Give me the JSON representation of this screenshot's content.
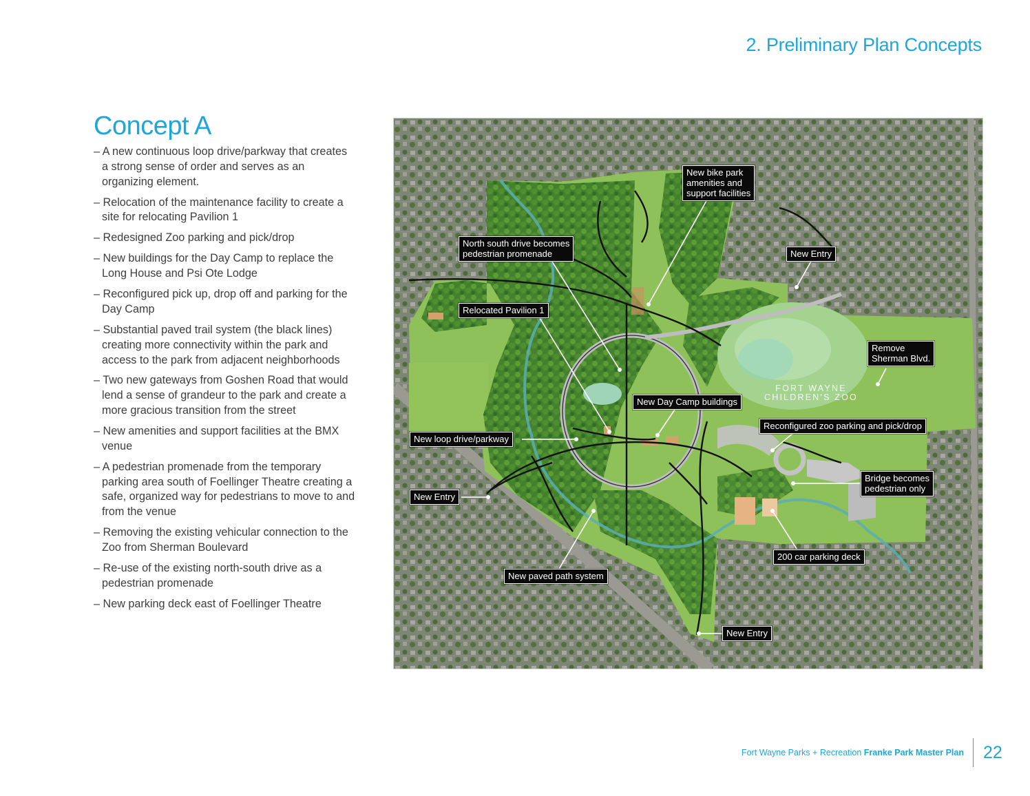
{
  "header": {
    "section_title": "2. Preliminary Plan Concepts"
  },
  "concept": {
    "title": "Concept A",
    "bullets": [
      "– A new continuous loop drive/parkway that creates a strong sense of order and serves as an organizing element.",
      "– Relocation of the maintenance facility to create a site for relocating Pavilion 1",
      "– Redesigned Zoo parking and pick/drop",
      "– New buildings for the Day Camp to replace the Long House and Psi Ote Lodge",
      "– Reconfigured pick up, drop off and parking for the Day Camp",
      "– Substantial paved trail system (the black lines) creating more connectivity within the park and access to the park from adjacent neighborhoods",
      "– Two new gateways from Goshen Road that would lend a sense of grandeur to the park and create a more gracious transition from the street",
      "– New amenities and support facilities at the BMX venue",
      "– A pedestrian promenade from the temporary parking area south of Foellinger Theatre creating a safe, organized way for pedestrians to move to and from the venue",
      "– Removing the existing vehicular connection to the Zoo from Sherman Boulevard",
      "– Re-use of the existing north-south drive as a pedestrian promenade",
      "– New parking deck east of Foellinger Theatre"
    ]
  },
  "map": {
    "callouts": [
      "New bike park\namenities and\nsupport facilities",
      "North south drive becomes\npedestrian promenade",
      "New Entry",
      "Relocated Pavilion 1",
      "Remove\nSherman Blvd.",
      "New Day Camp buildings",
      "Reconfigured zoo parking and pick/drop",
      "New loop drive/parkway",
      "Bridge becomes\npedestrian only",
      "New Entry",
      "200 car parking deck",
      "New paved path system",
      "New Entry"
    ],
    "zoo_label": "FORT WAYNE\nCHILDREN'S ZOO",
    "colors": {
      "lawn": "#8fc25a",
      "trees": "#3d7d2a",
      "urban": "#7f8777",
      "water": "#5ab0b8",
      "path": "#111111"
    }
  },
  "footer": {
    "org": "Fort Wayne Parks + Recreation ",
    "plan": "Franke Park Master Plan",
    "page": "22"
  }
}
